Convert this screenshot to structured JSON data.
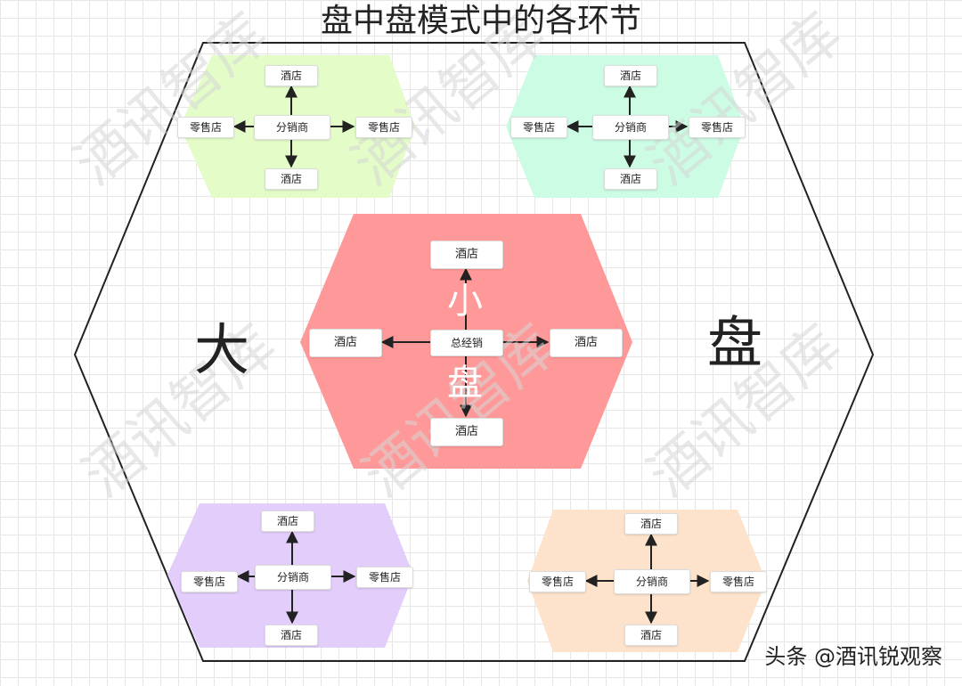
{
  "title": "盘中盘模式中的各环节",
  "outer_label_left": "大",
  "outer_label_right": "盘",
  "inner_label_top": "小",
  "inner_label_bottom": "盘",
  "watermark": "酒讯智库",
  "credit": "头条 @酒讯锐观察",
  "colors": {
    "center": "#ff9999",
    "top_left": "#e3fcc8",
    "top_right": "#cdfce4",
    "bottom_left": "#e3cdfb",
    "bottom_right": "#fde3cb",
    "outline": "#222222",
    "arrow": "#222222"
  },
  "center_cluster": {
    "hub": "总经销",
    "top": "酒店",
    "bottom": "酒店",
    "left": "酒店",
    "right": "酒店"
  },
  "clusters": {
    "top_left": {
      "hub": "分销商",
      "top": "酒店",
      "bottom": "酒店",
      "left": "零售店",
      "right": "零售店"
    },
    "top_right": {
      "hub": "分销商",
      "top": "酒店",
      "bottom": "酒店",
      "left": "零售店",
      "right": "零售店"
    },
    "bottom_left": {
      "hub": "分销商",
      "top": "酒店",
      "bottom": "酒店",
      "left": "零售店",
      "right": "零售店"
    },
    "bottom_right": {
      "hub": "分销商",
      "top": "酒店",
      "bottom": "酒店",
      "left": "零售店",
      "right": "零售店"
    }
  }
}
